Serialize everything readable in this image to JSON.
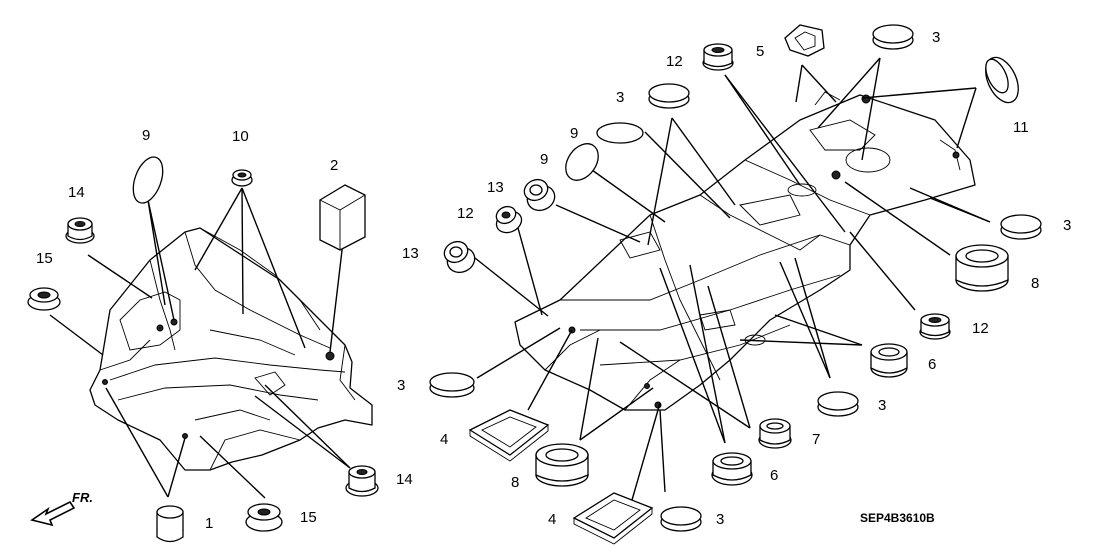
{
  "diagram": {
    "code": "SEP4B3610B",
    "direction_label": "FR.",
    "callouts": {
      "c1": "1",
      "c2": "2",
      "c3a": "3",
      "c3b": "3",
      "c3c": "3",
      "c3d": "3",
      "c3e": "3",
      "c3f": "3",
      "c4a": "4",
      "c4b": "4",
      "c5": "5",
      "c6a": "6",
      "c6b": "6",
      "c7": "7",
      "c8a": "8",
      "c8b": "8",
      "c9a": "9",
      "c9b": "9",
      "c9c": "9",
      "c10": "10",
      "c11": "11",
      "c12a": "12",
      "c12b": "12",
      "c12c": "12",
      "c13a": "13",
      "c13b": "13",
      "c14a": "14",
      "c14b": "14",
      "c15a": "15",
      "c15b": "15"
    }
  }
}
